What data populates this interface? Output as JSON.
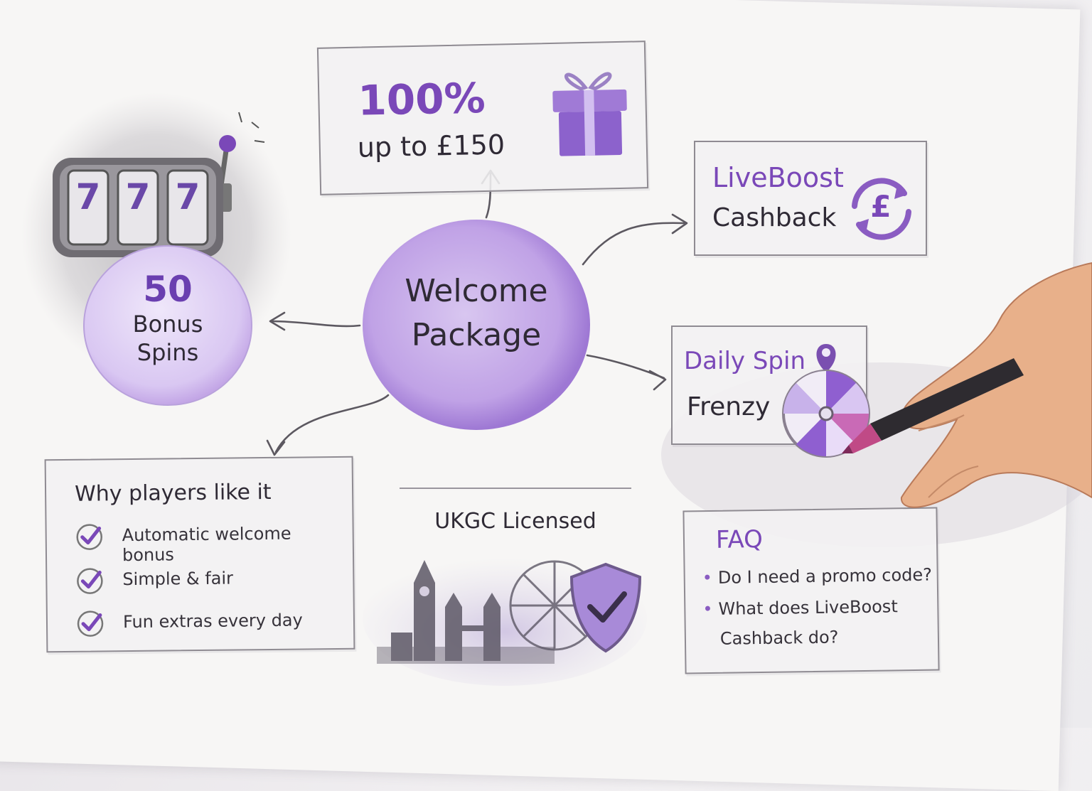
{
  "center": {
    "line1": "Welcome",
    "line2": "Package"
  },
  "bonus_spins": {
    "number": "50",
    "line1": "Bonus",
    "line2": "Spins",
    "reels": [
      "7",
      "7",
      "7"
    ]
  },
  "deposit_match": {
    "percent": "100%",
    "text": "up to £150"
  },
  "cashback": {
    "title": "LiveBoost",
    "subtitle": "Cashback",
    "currency_symbol": "£"
  },
  "daily_spin": {
    "title": "Daily Spin",
    "subtitle": "Frenzy"
  },
  "why": {
    "title": "Why players like it",
    "items": [
      "Automatic welcome bonus",
      "Simple & fair",
      "Fun extras every day"
    ]
  },
  "license": {
    "label": "UKGC Licensed"
  },
  "faq": {
    "title": "FAQ",
    "items": [
      "Do I need a promo code?",
      "What does LiveBoost",
      "Cashback do?"
    ]
  },
  "colors": {
    "accent": "#7a48b8",
    "lavender": "#c8aee8",
    "ink": "#2e2b33"
  },
  "icons": [
    "slot-machine-icon",
    "gift-icon",
    "cashback-cycle-icon",
    "prize-wheel-icon",
    "checkmark-icon",
    "shield-check-icon",
    "london-skyline-icon",
    "pen-icon",
    "hand-icon"
  ]
}
